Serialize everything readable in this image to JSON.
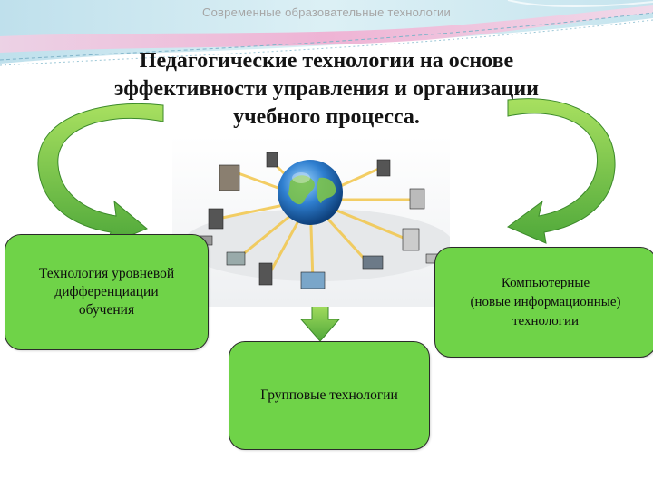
{
  "header": {
    "text": "Современные образовательные технологии"
  },
  "title": {
    "lines": [
      "Педагогические технологии на основе",
      "эффективности управления и организации",
      "учебного процесса."
    ]
  },
  "boxes": {
    "left": {
      "lines": [
        "Технология уровневой",
        "дифференциации",
        "обучения"
      ]
    },
    "right": {
      "lines": [
        "Компьютерные",
        "(новые информационные)",
        "технологии"
      ]
    },
    "bottom": {
      "lines": [
        "Групповые технологии"
      ]
    }
  },
  "colors": {
    "box_fill": "#6fd348",
    "arrow_fill": "#7ec83a",
    "header_band_blue": "#cfe6f0",
    "header_band_pink": "#f2b4d6"
  },
  "illustration": {
    "subject": "globe-network-computers"
  }
}
